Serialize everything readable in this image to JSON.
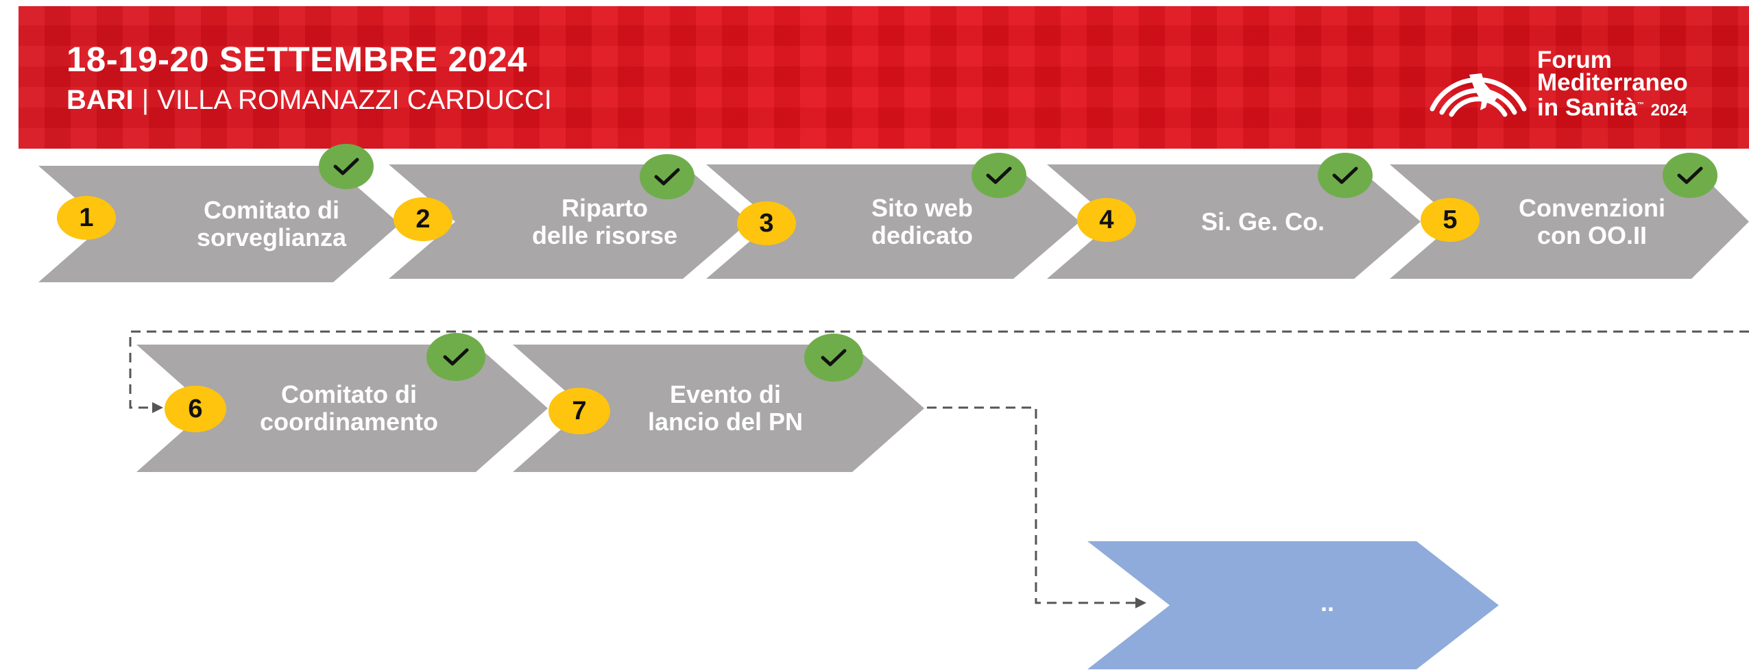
{
  "banner": {
    "date": "18-19-20 SETTEMBRE 2024",
    "city": "BARI",
    "separator": "|",
    "venue": "VILLA ROMANAZZI CARDUCCI",
    "logo": {
      "line1": "Forum",
      "line2": "Mediterraneo",
      "line3": "in Sanità",
      "year": "2024",
      "icon": "signal-italy-map-icon"
    }
  },
  "colors": {
    "banner_red": "#dc121b",
    "step_gray": "#a9a7a7",
    "number_yellow": "#fec40e",
    "check_green": "#6fad4a",
    "final_blue": "#8fabdb"
  },
  "steps": [
    {
      "number": "1",
      "line1": "Comitato di",
      "line2": "sorveglianza",
      "done": true
    },
    {
      "number": "2",
      "line1": "Riparto",
      "line2": "delle risorse",
      "done": true
    },
    {
      "number": "3",
      "line1": "Sito web",
      "line2": "dedicato",
      "done": true
    },
    {
      "number": "4",
      "line1": "Si. Ge. Co.",
      "line2": "",
      "done": true
    },
    {
      "number": "5",
      "line1": "Convenzioni",
      "line2": "con OO.II",
      "done": true
    },
    {
      "number": "6",
      "line1": "Comitato di",
      "line2": "coordinamento",
      "done": true
    },
    {
      "number": "7",
      "line1": "Evento di",
      "line2": "lancio del PN",
      "done": true
    }
  ],
  "final_step": {
    "label": ".."
  }
}
